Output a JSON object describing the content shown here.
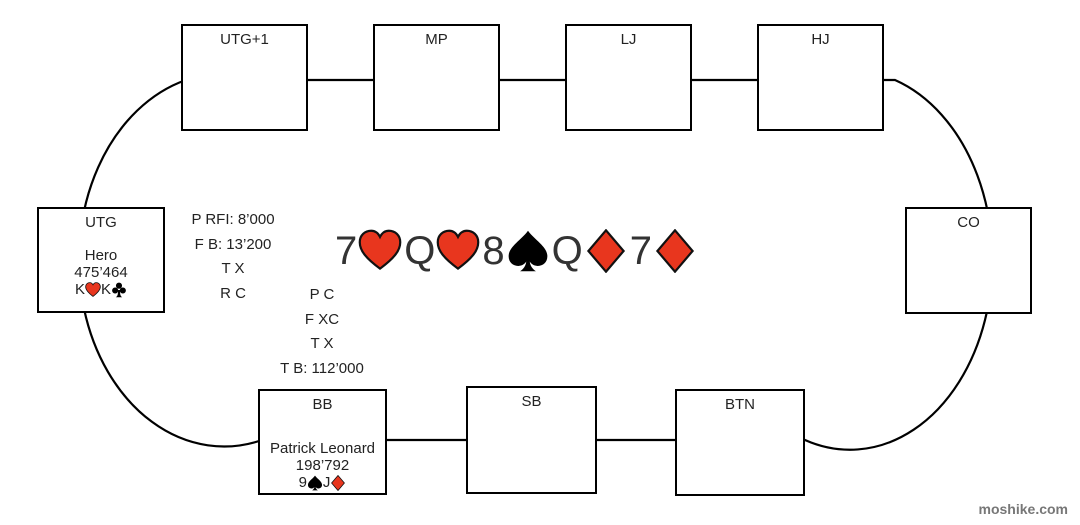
{
  "seats": {
    "utg1": {
      "position": "UTG+1"
    },
    "mp": {
      "position": "MP"
    },
    "lj": {
      "position": "LJ"
    },
    "hj": {
      "position": "HJ"
    },
    "co": {
      "position": "CO"
    },
    "btn": {
      "position": "BTN"
    },
    "sb": {
      "position": "SB"
    },
    "bb": {
      "position": "BB",
      "player": "Patrick Leonard",
      "stack": "198’792",
      "hand": [
        {
          "rank": "9",
          "suit": "spade"
        },
        {
          "rank": "J",
          "suit": "diamond"
        }
      ]
    },
    "utg": {
      "position": "UTG",
      "player": "Hero",
      "stack": "475’464",
      "hand": [
        {
          "rank": "K",
          "suit": "heart"
        },
        {
          "rank": "K",
          "suit": "club"
        }
      ]
    }
  },
  "hero_actions": [
    "P RFI: 8’000",
    "F B: 13’200",
    "T X",
    "R C"
  ],
  "villain_actions": [
    "P C",
    "F XC",
    "T X",
    "T B: 112’000"
  ],
  "board": [
    {
      "rank": "7",
      "suit": "heart"
    },
    {
      "rank": "Q",
      "suit": "heart"
    },
    {
      "rank": "8",
      "suit": "spade"
    },
    {
      "rank": "Q",
      "suit": "diamond"
    },
    {
      "rank": "7",
      "suit": "diamond"
    }
  ],
  "suit_colors": {
    "heart": "#e8361e",
    "diamond": "#e8361e",
    "spade": "#000000",
    "club": "#000000"
  },
  "watermark": "moshike.com"
}
